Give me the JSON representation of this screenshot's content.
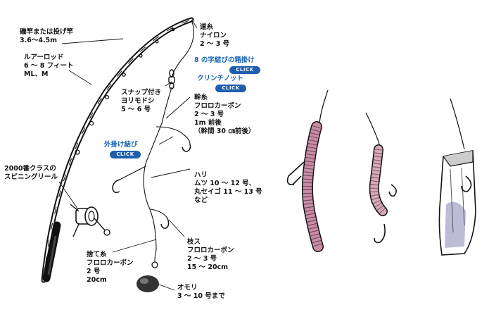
{
  "labels": {
    "rod": {
      "l1": "磯竿または投げ竿",
      "l2": "3.6～4.5m"
    },
    "lure_rod": {
      "l1": "ルアーロッド",
      "l2": "6 ～ 8 フィート",
      "l3": "ML、M"
    },
    "reel": {
      "l1": "2000番クラスの",
      "l2": "スピニングリール"
    },
    "main_line": {
      "l1": "道糸",
      "l2": "ナイロン",
      "l3": "2 ～ 3 号"
    },
    "swivel": {
      "l1": "スナップ付き",
      "l2": "ヨリモドシ",
      "l3": "5 ～ 6 号"
    },
    "trunk_line": {
      "l1": "幹糸",
      "l2": "フロロカーボン",
      "l3": "2 ～ 3 号",
      "l4": "1m 前後",
      "l5": "（幹間 30 ㎝前後）"
    },
    "hook": {
      "l1": "ハリ",
      "l2": "ムツ 10 ～ 12 号、",
      "l3": "丸セイゴ 11 ～ 13 号",
      "l4": "など"
    },
    "branch_line": {
      "l1": "枝ス",
      "l2": "フロロカーボン",
      "l3": "2 ～ 3 号",
      "l4": "15 ～ 20cm"
    },
    "sinker_line": {
      "l1": "捨て糸",
      "l2": "フロロカーボン",
      "l3": "2 号",
      "l4": "20cm"
    },
    "sinker": {
      "l1": "オモリ",
      "l2": "3 ～ 10 号まで"
    }
  },
  "links": {
    "figure8": {
      "text": "8 の字結びの箱掛け",
      "button": "CLICK"
    },
    "clinch": {
      "text": "クリンチノット",
      "button": "CLICK"
    },
    "outer": {
      "text": "外掛け結び",
      "button": "CLICK"
    }
  },
  "colors": {
    "link": "#1663b3",
    "button": "#1d5fae",
    "worm": "#c98aa4",
    "bait_gray": "#8f8fbd"
  }
}
